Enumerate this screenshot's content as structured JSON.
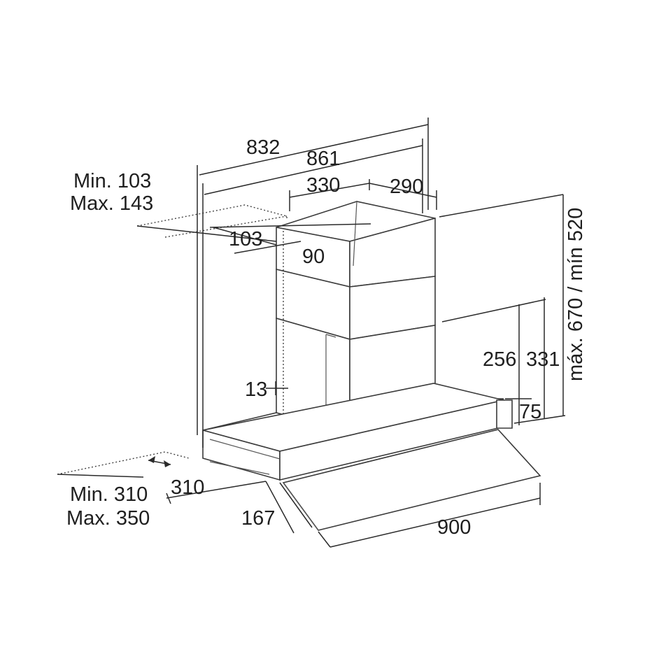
{
  "labels": {
    "min_103": "Min. 103",
    "max_143": "Max. 143",
    "dim_832": "832",
    "dim_861": "861",
    "dim_330": "330",
    "dim_290": "290",
    "dim_103": "103",
    "dim_90": "90",
    "dim_13": "13",
    "dim_256": "256",
    "dim_331": "331",
    "dim_75": "75",
    "vertical": "máx. 670 / mín 520",
    "min_310": "Min. 310",
    "max_350": "Max. 350",
    "dim_310": "310",
    "dim_167": "167",
    "dim_900": "900"
  }
}
